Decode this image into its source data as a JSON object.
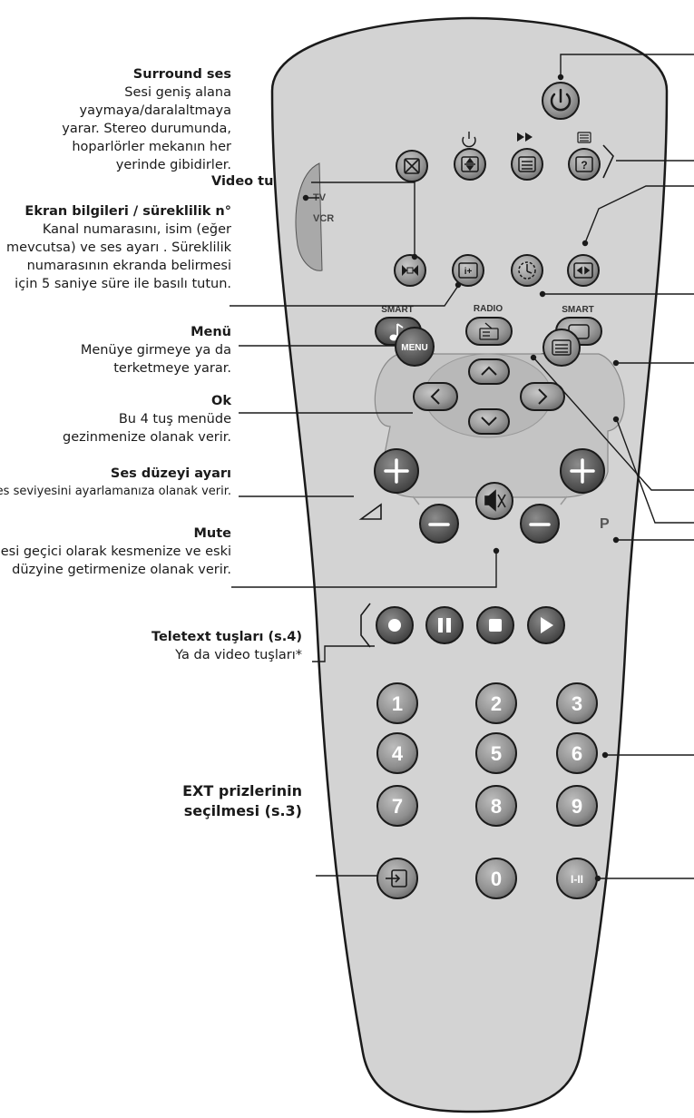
{
  "annotations": [
    {
      "title": "Surround ses",
      "desc": "Sesi geniş alana yaymaya/daralaltmaya yarar. Stereo durumunda, hoparlörler mekanın her yerinde gibidirler."
    },
    {
      "title": "Video tuşu *",
      "desc": ""
    },
    {
      "title": "Ekran bilgileri / süreklilik n°",
      "desc": "Kanal numarasını, isim (eğer mevcutsa) ve ses ayarı . Süreklilik numarasının ekranda belirmesi için 5 saniye süre ile basılı tutun."
    },
    {
      "title": "Menü",
      "desc": "Menüye girmeye ya da terketmeye yarar."
    },
    {
      "title": "Ok",
      "desc": "Bu 4 tuş menüde gezinmenize olanak verir."
    },
    {
      "title": "Ses düzeyi ayarı",
      "desc": "Ses seviyesini ayarlamanıza olanak verir."
    },
    {
      "title": "Mute",
      "desc": "Sesi geçici olarak kesmenize ve eski düzyine getirmenize olanak verir."
    },
    {
      "title": "Teletext tuşları (s.4)",
      "desc": "Ya da video tuşları*"
    },
    {
      "title": "EXT prizlerinin seçilmesi (s.3)",
      "desc": ""
    }
  ],
  "remote": {
    "switch_tv": "TV",
    "switch_vcr": "VCR",
    "smart_sound_label": "SMART",
    "radio_label": "RADIO",
    "smart_picture_label": "SMART",
    "menu_label": "MENU",
    "p_label": "P",
    "dual_label": "I-II",
    "digits": [
      "1",
      "2",
      "3",
      "4",
      "5",
      "6",
      "7",
      "8",
      "9",
      "0"
    ]
  }
}
